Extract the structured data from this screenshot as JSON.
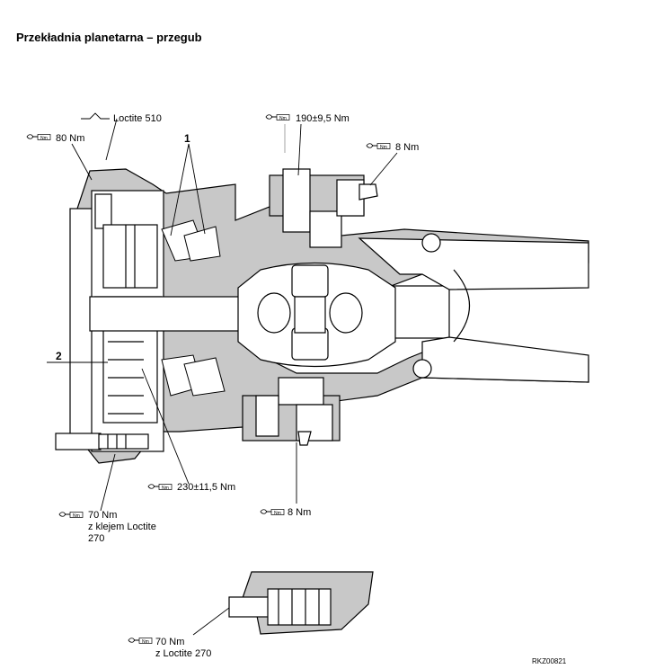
{
  "title": "Przekładnia planetarna – przegub",
  "callouts": {
    "loctite_510": "Loctite 510",
    "torque_80": "80 Nm",
    "item_1": "1",
    "item_2": "2",
    "torque_190": "190±9,5 Nm",
    "torque_8_top": "8 Nm",
    "torque_230": "230±11,5 Nm",
    "torque_70_a_line1": "70 Nm",
    "torque_70_a_line2": "z klejem Loctite",
    "torque_70_a_line3": "270",
    "torque_8_bottom": "8 Nm",
    "torque_70_b_line1": "70 Nm",
    "torque_70_b_line2": "z Loctite 270"
  },
  "icon_text": "Nm",
  "reference_code": "RKZ00821",
  "icons": [
    "torque-wrench-icon",
    "sealant-bead-icon"
  ],
  "colors": {
    "section_fill": "#c8c8c8",
    "outline": "#000000",
    "background": "#ffffff"
  }
}
